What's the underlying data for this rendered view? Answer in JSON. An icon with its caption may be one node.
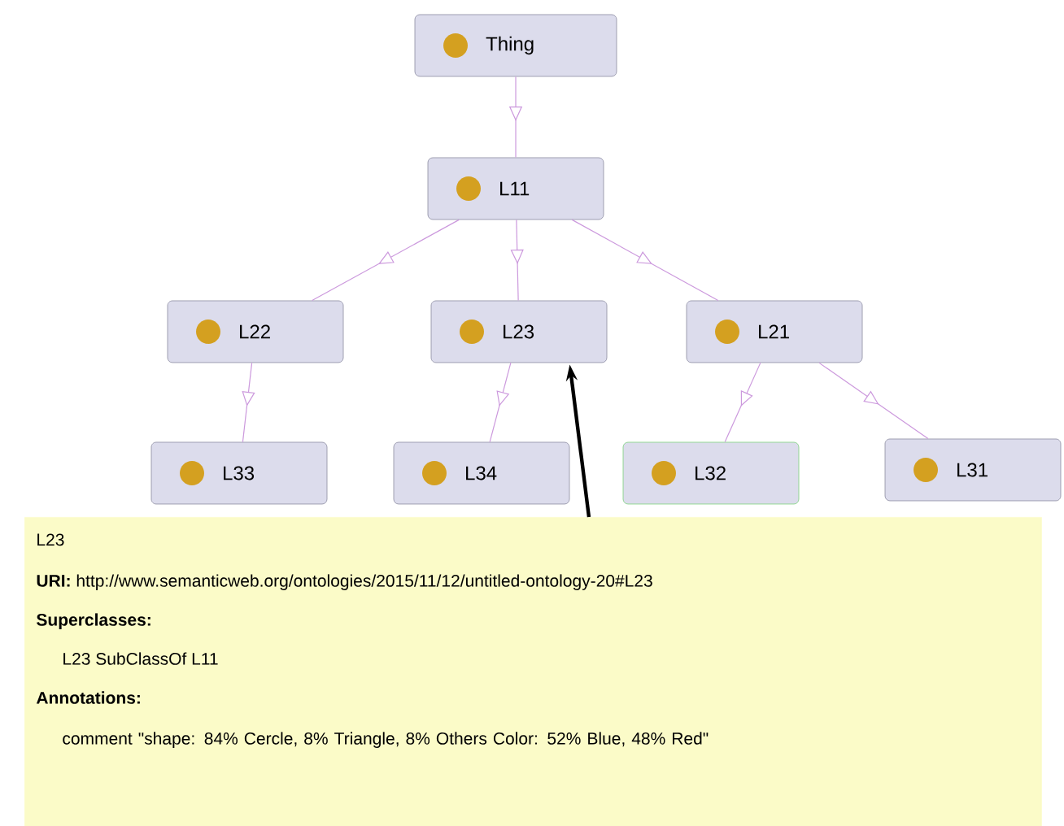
{
  "diagram": {
    "nodes": [
      {
        "text": [
          "Thing"
        ]
      },
      {
        "text": [
          "L11"
        ]
      },
      {
        "text": [
          "L22"
        ]
      },
      {
        "text": [
          "L23"
        ]
      },
      {
        "text": [
          "L21"
        ]
      },
      {
        "text": [
          "L33"
        ]
      },
      {
        "text": [
          "L34"
        ]
      },
      {
        "text": [
          "L32"
        ]
      },
      {
        "text": [
          "L31"
        ]
      },
      {
        "text": [
          "L23",
          "**URI:** http://www.semanticweb.org/ontologies/2015/11/12/untitled-ontology-20#L23",
          "Superclasses:",
          "L23 SubClassOf L11",
          "Annotations:",
          "comment \"shape: 84% Cercle, 8% Triangle, 8% Others Color: 52% Blue, 48% Red\""
        ]
      }
    ],
    "edges": [
      {
        "from": 0,
        "to": 1,
        "arrow": "to"
      },
      {
        "from": 1,
        "to": 2,
        "arrow": "to"
      },
      {
        "from": 1,
        "to": 3,
        "arrow": "to"
      },
      {
        "from": 1,
        "to": 4,
        "arrow": "to"
      },
      {
        "from": 2,
        "to": 5,
        "arrow": "to"
      },
      {
        "from": 3,
        "to": 6,
        "arrow": "to"
      },
      {
        "from": 4,
        "to": 7,
        "arrow": "to"
      },
      {
        "from": 4,
        "to": 8,
        "arrow": "to"
      },
      {
        "from": 9,
        "to": 3,
        "arrow": "to",
        "style": "thick",
        "color": "#000000"
      }
    ]
  }
}
